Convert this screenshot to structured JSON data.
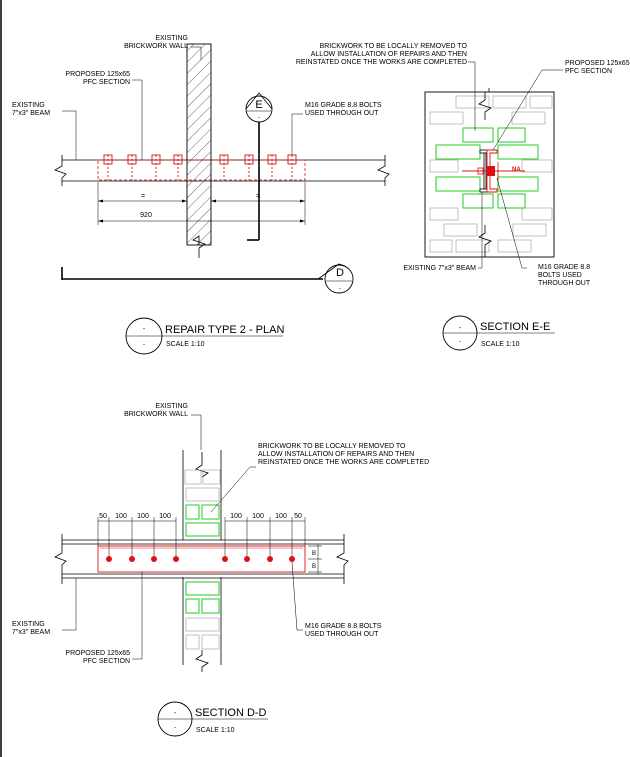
{
  "plan": {
    "existing_wall": [
      "EXISTING",
      "BRICKWORK WALL"
    ],
    "proposed_pfc": [
      "PROPOSED 125x65",
      "PFC SECTION"
    ],
    "existing_beam": [
      "EXISTING",
      "7\"x3\" BEAM"
    ],
    "bolts": [
      "M16 GRADE 8.8 BOLTS",
      "USED THROUGH OUT"
    ],
    "eq_left": "=",
    "eq_right": "=",
    "overall_dim": "920",
    "section_e_letter": "E",
    "section_e_ref": "-",
    "section_d_letter": "D",
    "section_d_ref": "-",
    "title_num": "-",
    "title_sheet": "-",
    "title": "REPAIR TYPE 2 - PLAN",
    "scale": "SCALE 1:10"
  },
  "section_ee": {
    "brickwork_note": [
      "BRICKWORK TO BE LOCALLY REMOVED  TO",
      "ALLOW INSTALLATION OF REPAIRS  AND THEN",
      "REINSTATED ONCE THE WORKS ARE COMPLETED"
    ],
    "proposed_pfc": [
      "PROPOSED 125x65",
      "PFC SECTION"
    ],
    "existing_beam": "EXISTING 7\"x3\" BEAM",
    "bolts": [
      "M16 GRADE 8.8",
      "BOLTS USED",
      "THROUGH OUT"
    ],
    "na_label": "NA",
    "title_num": "-",
    "title_sheet": "-",
    "title": "SECTION E-E",
    "scale": "SCALE 1:10"
  },
  "section_dd": {
    "existing_wall": [
      "EXISTING",
      "BRICKWORK WALL"
    ],
    "brickwork_note": [
      "BRICKWORK TO BE LOCALLY REMOVED  TO",
      "ALLOW INSTALLATION OF REPAIRS  AND THEN",
      "REINSTATED ONCE THE WORKS ARE COMPLETED"
    ],
    "dims": [
      "50",
      "100",
      "100",
      "100",
      "100",
      "100",
      "100",
      "50"
    ],
    "side_dims": [
      "B",
      "B"
    ],
    "existing_beam": [
      "EXISTING",
      "7\"x3\" BEAM"
    ],
    "proposed_pfc": [
      "PROPOSED 125x65",
      "PFC SECTION"
    ],
    "bolts": [
      "M16 GRADE 8.8 BOLTS",
      "USED THROUGH OUT"
    ],
    "title_num": "-",
    "title_sheet": "-",
    "title": "SECTION D-D",
    "scale": "SCALE 1:10"
  }
}
